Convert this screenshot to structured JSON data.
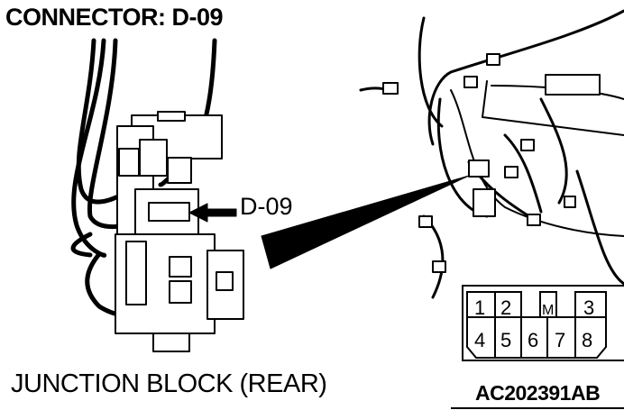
{
  "title": "CONNECTOR: D-09",
  "callout_label": "D-09",
  "caption": "JUNCTION BLOCK (REAR)",
  "figure_code": "AC202391AB",
  "connector": {
    "top_row": [
      "1",
      "2",
      "M",
      "3"
    ],
    "bottom_row": [
      "4",
      "5",
      "6",
      "7",
      "8"
    ]
  }
}
